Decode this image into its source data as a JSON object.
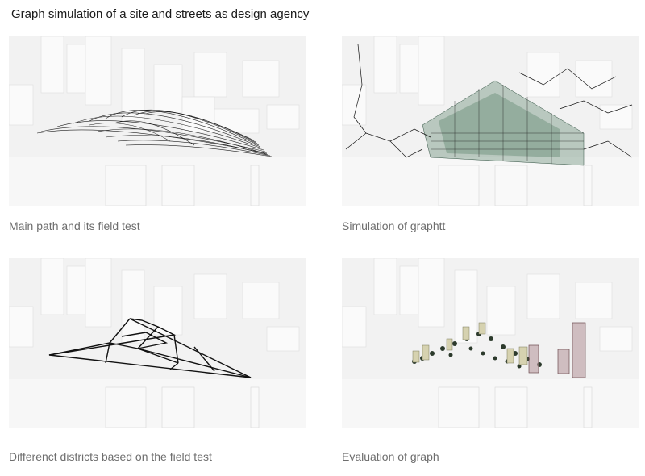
{
  "figure": {
    "title": "Graph simulation of a site and streets as design agency"
  },
  "panels": [
    {
      "caption": "Main path and its field test"
    },
    {
      "caption": "Simulation of graphtt"
    },
    {
      "caption": "Differenct districts based on the field test"
    },
    {
      "caption": "Evaluation of graph"
    }
  ],
  "colors": {
    "background": "#ffffff",
    "massing": "#f7f7f7",
    "ground": "#ececec",
    "field_lines": "#1f1f1f",
    "graph_mesh": "#4f7a62",
    "district_lines": "#111111",
    "towers": "#b79a9e",
    "trees": "#2c3a2c",
    "caption_text": "#6e6e6e"
  }
}
